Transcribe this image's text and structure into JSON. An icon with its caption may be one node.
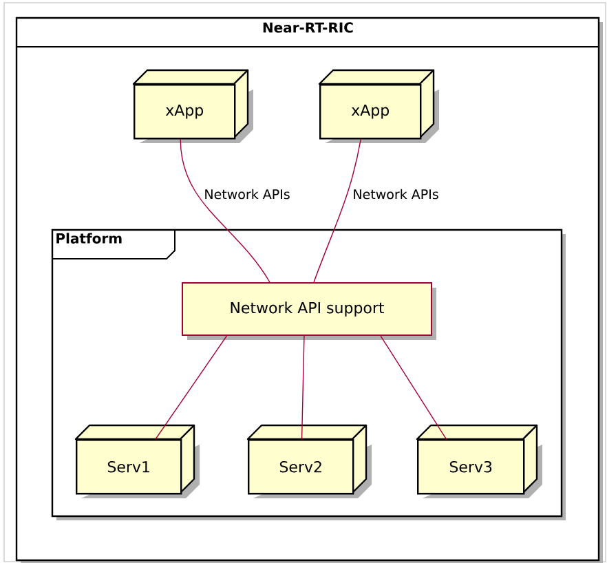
{
  "diagram": {
    "nodes": [
      {
        "text": [
          "Near-RT-RIC"
        ]
      },
      {
        "text": [
          "xApp"
        ],
        "in": 0
      },
      {
        "text": [
          "xApp"
        ],
        "in": 0
      },
      {
        "text": [
          "Platform"
        ],
        "in": 0
      },
      {
        "text": [
          "Network API support"
        ],
        "in": 3
      },
      {
        "text": [
          "Serv1"
        ],
        "in": 3
      },
      {
        "text": [
          "Serv2"
        ],
        "in": 3
      },
      {
        "text": [
          "Serv3"
        ],
        "in": 3
      }
    ],
    "edges": [
      {
        "from": 1,
        "to": 4,
        "arrow": "none",
        "label": "Network APIs",
        "color": "#a80036"
      },
      {
        "from": 2,
        "to": 4,
        "arrow": "none",
        "label": "Network APIs",
        "color": "#a80036"
      },
      {
        "from": 4,
        "to": 5,
        "arrow": "none",
        "color": "#a80036"
      },
      {
        "from": 4,
        "to": 6,
        "arrow": "none",
        "color": "#a80036"
      },
      {
        "from": 4,
        "to": 7,
        "arrow": "none",
        "color": "#a80036"
      }
    ]
  }
}
